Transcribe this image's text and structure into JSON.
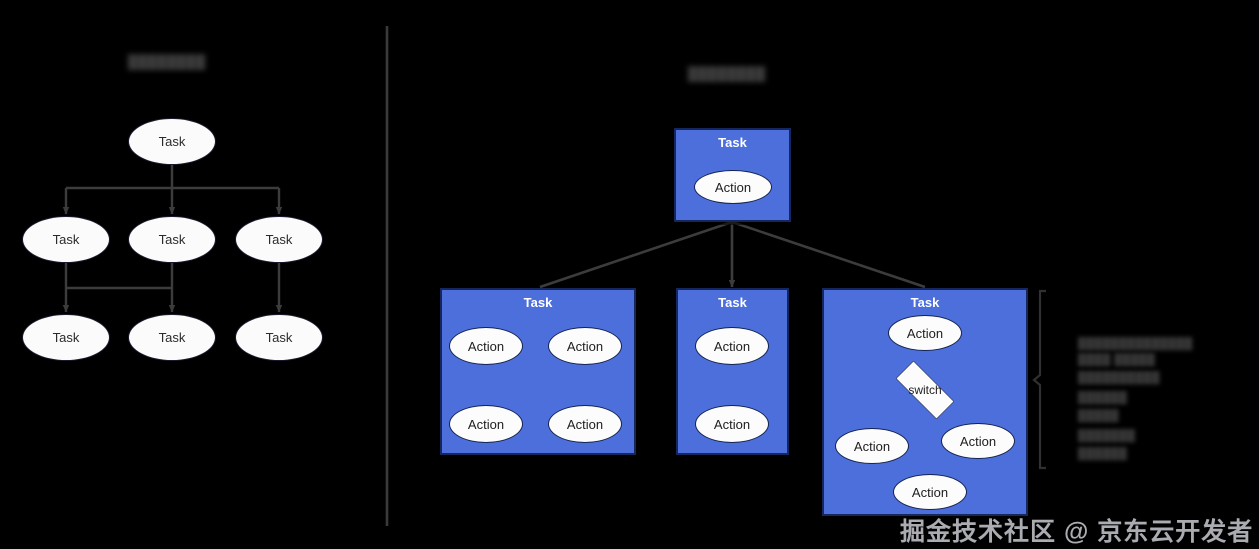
{
  "meta": {
    "background_color": "#000000",
    "accent_color": "#4c6fdc",
    "node_fill": "#fbfbfb",
    "border_color": "#16275e",
    "line_color": "#3c3c3c"
  },
  "panels": {
    "left": {
      "title": "████████",
      "title_note": "blurred heading text",
      "tree": {
        "root": {
          "label": "Task"
        },
        "level2": [
          {
            "label": "Task"
          },
          {
            "label": "Task"
          },
          {
            "label": "Task"
          }
        ],
        "level3": [
          {
            "label": "Task"
          },
          {
            "label": "Task"
          },
          {
            "label": "Task"
          }
        ]
      }
    },
    "right": {
      "title": "████████",
      "title_note": "blurred heading text",
      "root_task": {
        "label": "Task",
        "actions": [
          {
            "label": "Action"
          }
        ]
      },
      "child_tasks": [
        {
          "label": "Task",
          "actions": [
            {
              "label": "Action"
            },
            {
              "label": "Action"
            },
            {
              "label": "Action"
            },
            {
              "label": "Action"
            }
          ]
        },
        {
          "label": "Task",
          "actions": [
            {
              "label": "Action"
            },
            {
              "label": "Action"
            }
          ]
        },
        {
          "label": "Task",
          "actions": [
            {
              "label": "Action"
            },
            {
              "label": "Action"
            },
            {
              "label": "Action"
            },
            {
              "label": "Action"
            }
          ],
          "decision": {
            "label": "switch"
          }
        }
      ],
      "annotation": {
        "line1": "██████████████",
        "line2": "████ █████",
        "line3": "██████████",
        "line4": "██████",
        "line5": "█████",
        "line6": "███████",
        "line7": "██████",
        "note": "blurred annotation text beside the brace"
      }
    }
  },
  "watermark": {
    "text": "掘金技术社区 @ 京东云开发者"
  }
}
